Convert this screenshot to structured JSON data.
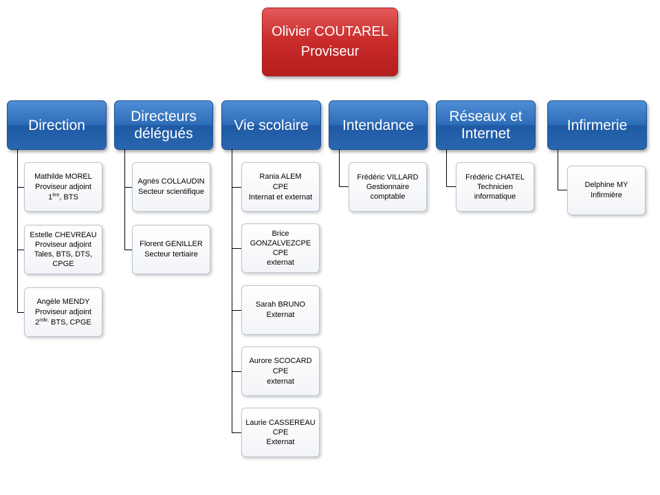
{
  "top": {
    "name": "Olivier COUTAREL",
    "role": "Proviseur"
  },
  "departments": [
    {
      "title": "Direction",
      "members": [
        {
          "lines": [
            "Mathilde MOREL",
            "Proviseur adjoint"
          ],
          "level": "1",
          "level_sup": "ère",
          "level_rest": ", BTS"
        },
        {
          "lines": [
            "Estelle CHEVREAU",
            "Proviseur adjoint",
            "Tales, BTS, DTS, CPGE"
          ]
        },
        {
          "lines": [
            "Angèle MENDY",
            "Proviseur adjoint"
          ],
          "level": "2",
          "level_sup": "nde,",
          "level_rest": " BTS, CPGE"
        }
      ]
    },
    {
      "title": "Directeurs délégués",
      "members": [
        {
          "lines": [
            "Agnès COLLAUDIN",
            "Secteur scientifique"
          ]
        },
        {
          "lines": [
            "Florent GENILLER",
            "Secteur tertiaire"
          ]
        }
      ]
    },
    {
      "title": "Vie scolaire",
      "members": [
        {
          "lines": [
            "Rania ALEM",
            "CPE",
            "Internat et externat"
          ]
        },
        {
          "lines": [
            "Brice GONZALVEZCPE",
            "CPE",
            "externat"
          ]
        },
        {
          "lines": [
            "Sarah BRUNO",
            "Externat"
          ]
        },
        {
          "lines": [
            "Aurore SCOCARD",
            "CPE",
            "externat"
          ]
        },
        {
          "lines": [
            "Laurie CASSEREAU",
            "CPE",
            "Externat"
          ]
        }
      ]
    },
    {
      "title": "Intendance",
      "members": [
        {
          "lines": [
            "Frédéric VILLARD",
            "Gestionnaire comptable"
          ]
        }
      ]
    },
    {
      "title": "Réseaux et Internet",
      "members": [
        {
          "lines": [
            "Frédéric CHATEL",
            "Technicien informatique"
          ]
        }
      ]
    },
    {
      "title": "Infirmerie",
      "members": [
        {
          "lines": [
            "Delphine MY",
            "Infirmière"
          ]
        }
      ]
    }
  ]
}
